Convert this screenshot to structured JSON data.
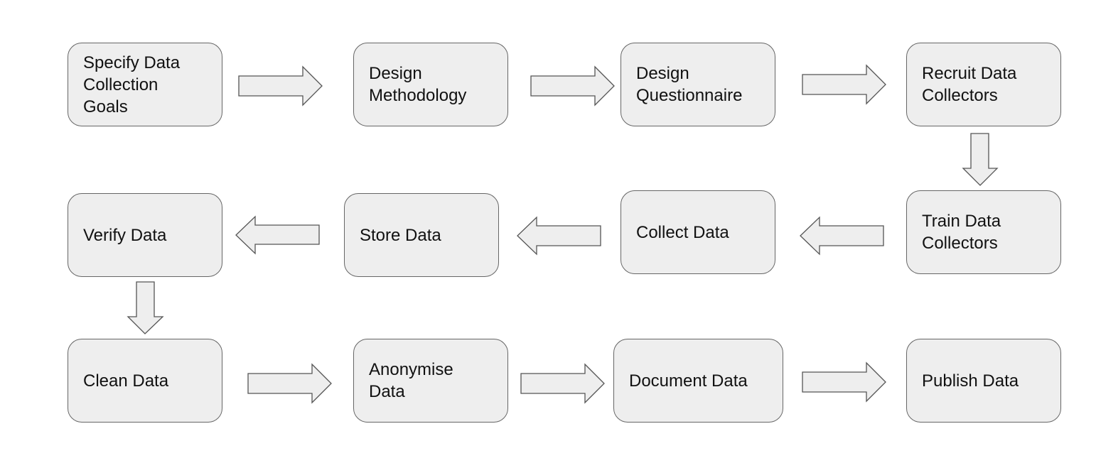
{
  "flowchart": {
    "steps": {
      "specify_goals": "Specify Data\nCollection\nGoals",
      "design_methodology": "Design\nMethodology",
      "design_questionnaire": "Design\nQuestionnaire",
      "recruit_collectors": "Recruit Data\nCollectors",
      "train_collectors": "Train Data\nCollectors",
      "collect_data": "Collect Data",
      "store_data": "Store Data",
      "verify_data": "Verify Data",
      "clean_data": "Clean Data",
      "anonymise_data": "Anonymise\nData",
      "document_data": "Document Data",
      "publish_data": "Publish Data"
    },
    "colors": {
      "box_fill": "#eeeeee",
      "box_border": "#666666",
      "arrow_fill": "#eeeeee",
      "arrow_border": "#555555",
      "text": "#111111"
    }
  }
}
